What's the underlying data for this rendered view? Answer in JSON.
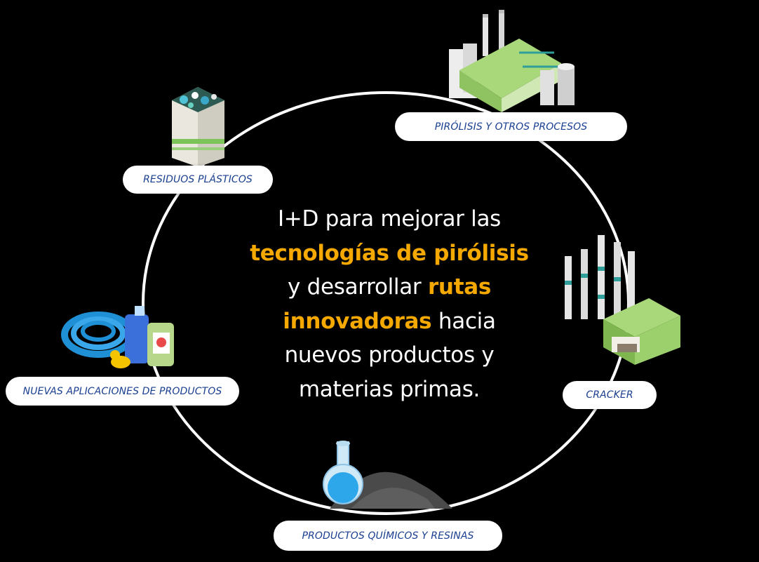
{
  "nodes": {
    "residuos": "RESIDUOS PLÁSTICOS",
    "pirolisis": "PIRÓLISIS Y OTROS PROCESOS",
    "cracker": "CRACKER",
    "productos": "PRODUCTOS QUÍMICOS Y RESINAS",
    "nuevas": "NUEVAS APLICACIONES DE PRODUCTOS"
  },
  "center": {
    "line1": "I+D para mejorar las",
    "line2_hl": "tecnologías de pirólisis",
    "line3_pre": "y desarrollar ",
    "line3_hl": "rutas",
    "line4_hl": "innovadoras",
    "line4_post": " hacia",
    "line5": "nuevos productos y",
    "line6": "materias primas."
  },
  "colors": {
    "background": "#000000",
    "highlight": "#f5a800",
    "pill_text": "#1a3f91",
    "cycle": "#ffffff"
  },
  "icons": {
    "residuos": "plastic-waste-bin-icon",
    "pirolisis": "pyrolysis-factory-icon",
    "cracker": "cracker-plant-icon",
    "productos": "flask-and-powder-icon",
    "nuevas": "hose-and-bottles-icon"
  }
}
